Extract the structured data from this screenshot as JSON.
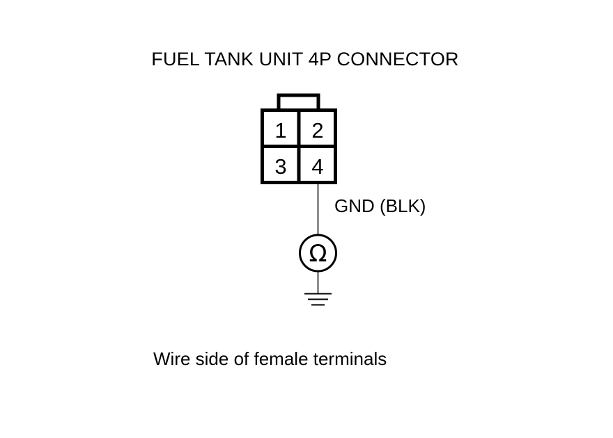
{
  "diagram": {
    "title": "FUEL TANK UNIT 4P CONNECTOR",
    "connector": {
      "pins": [
        {
          "number": "1"
        },
        {
          "number": "2"
        },
        {
          "number": "3"
        },
        {
          "number": "4"
        }
      ]
    },
    "wire_label": "GND (BLK)",
    "meter_symbol": "Ω",
    "caption": "Wire side of female terminals"
  }
}
